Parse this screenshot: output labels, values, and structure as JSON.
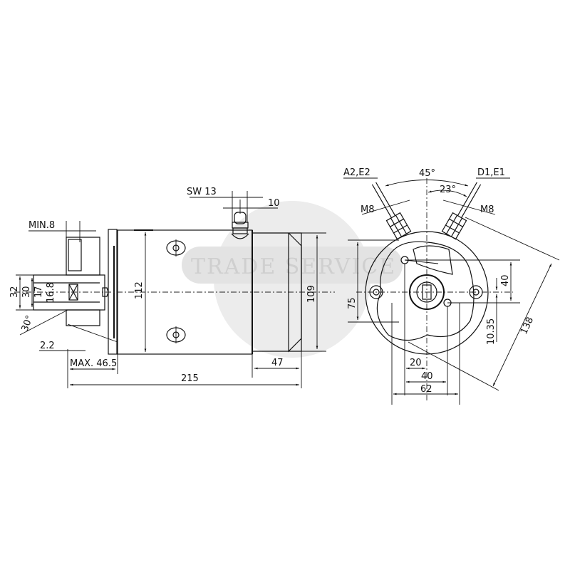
{
  "watermark": "TRADE SERVICE",
  "side_view": {
    "min_label": "MIN.8",
    "d32": "32",
    "d30": "30",
    "d17": "17",
    "d16_8": "16.8",
    "angle": "30°",
    "d2_2": "2.2",
    "max_label": "MAX. 46.5",
    "overall_length": "215",
    "body_diameter": "112",
    "cap_diameter": "109",
    "cap_length": "47",
    "wrench_label": "SW 13",
    "stud_dim": "10"
  },
  "end_view": {
    "terminal_left": "A2,E2",
    "terminal_right": "D1,E1",
    "angle_total": "45°",
    "angle_half": "23°",
    "thread_left": "M8",
    "thread_right": "M8",
    "d75": "75",
    "d40_vertical": "40",
    "d10_35": "10.35",
    "d138": "138",
    "d20": "20",
    "d40_horizontal": "40",
    "d62": "62"
  }
}
